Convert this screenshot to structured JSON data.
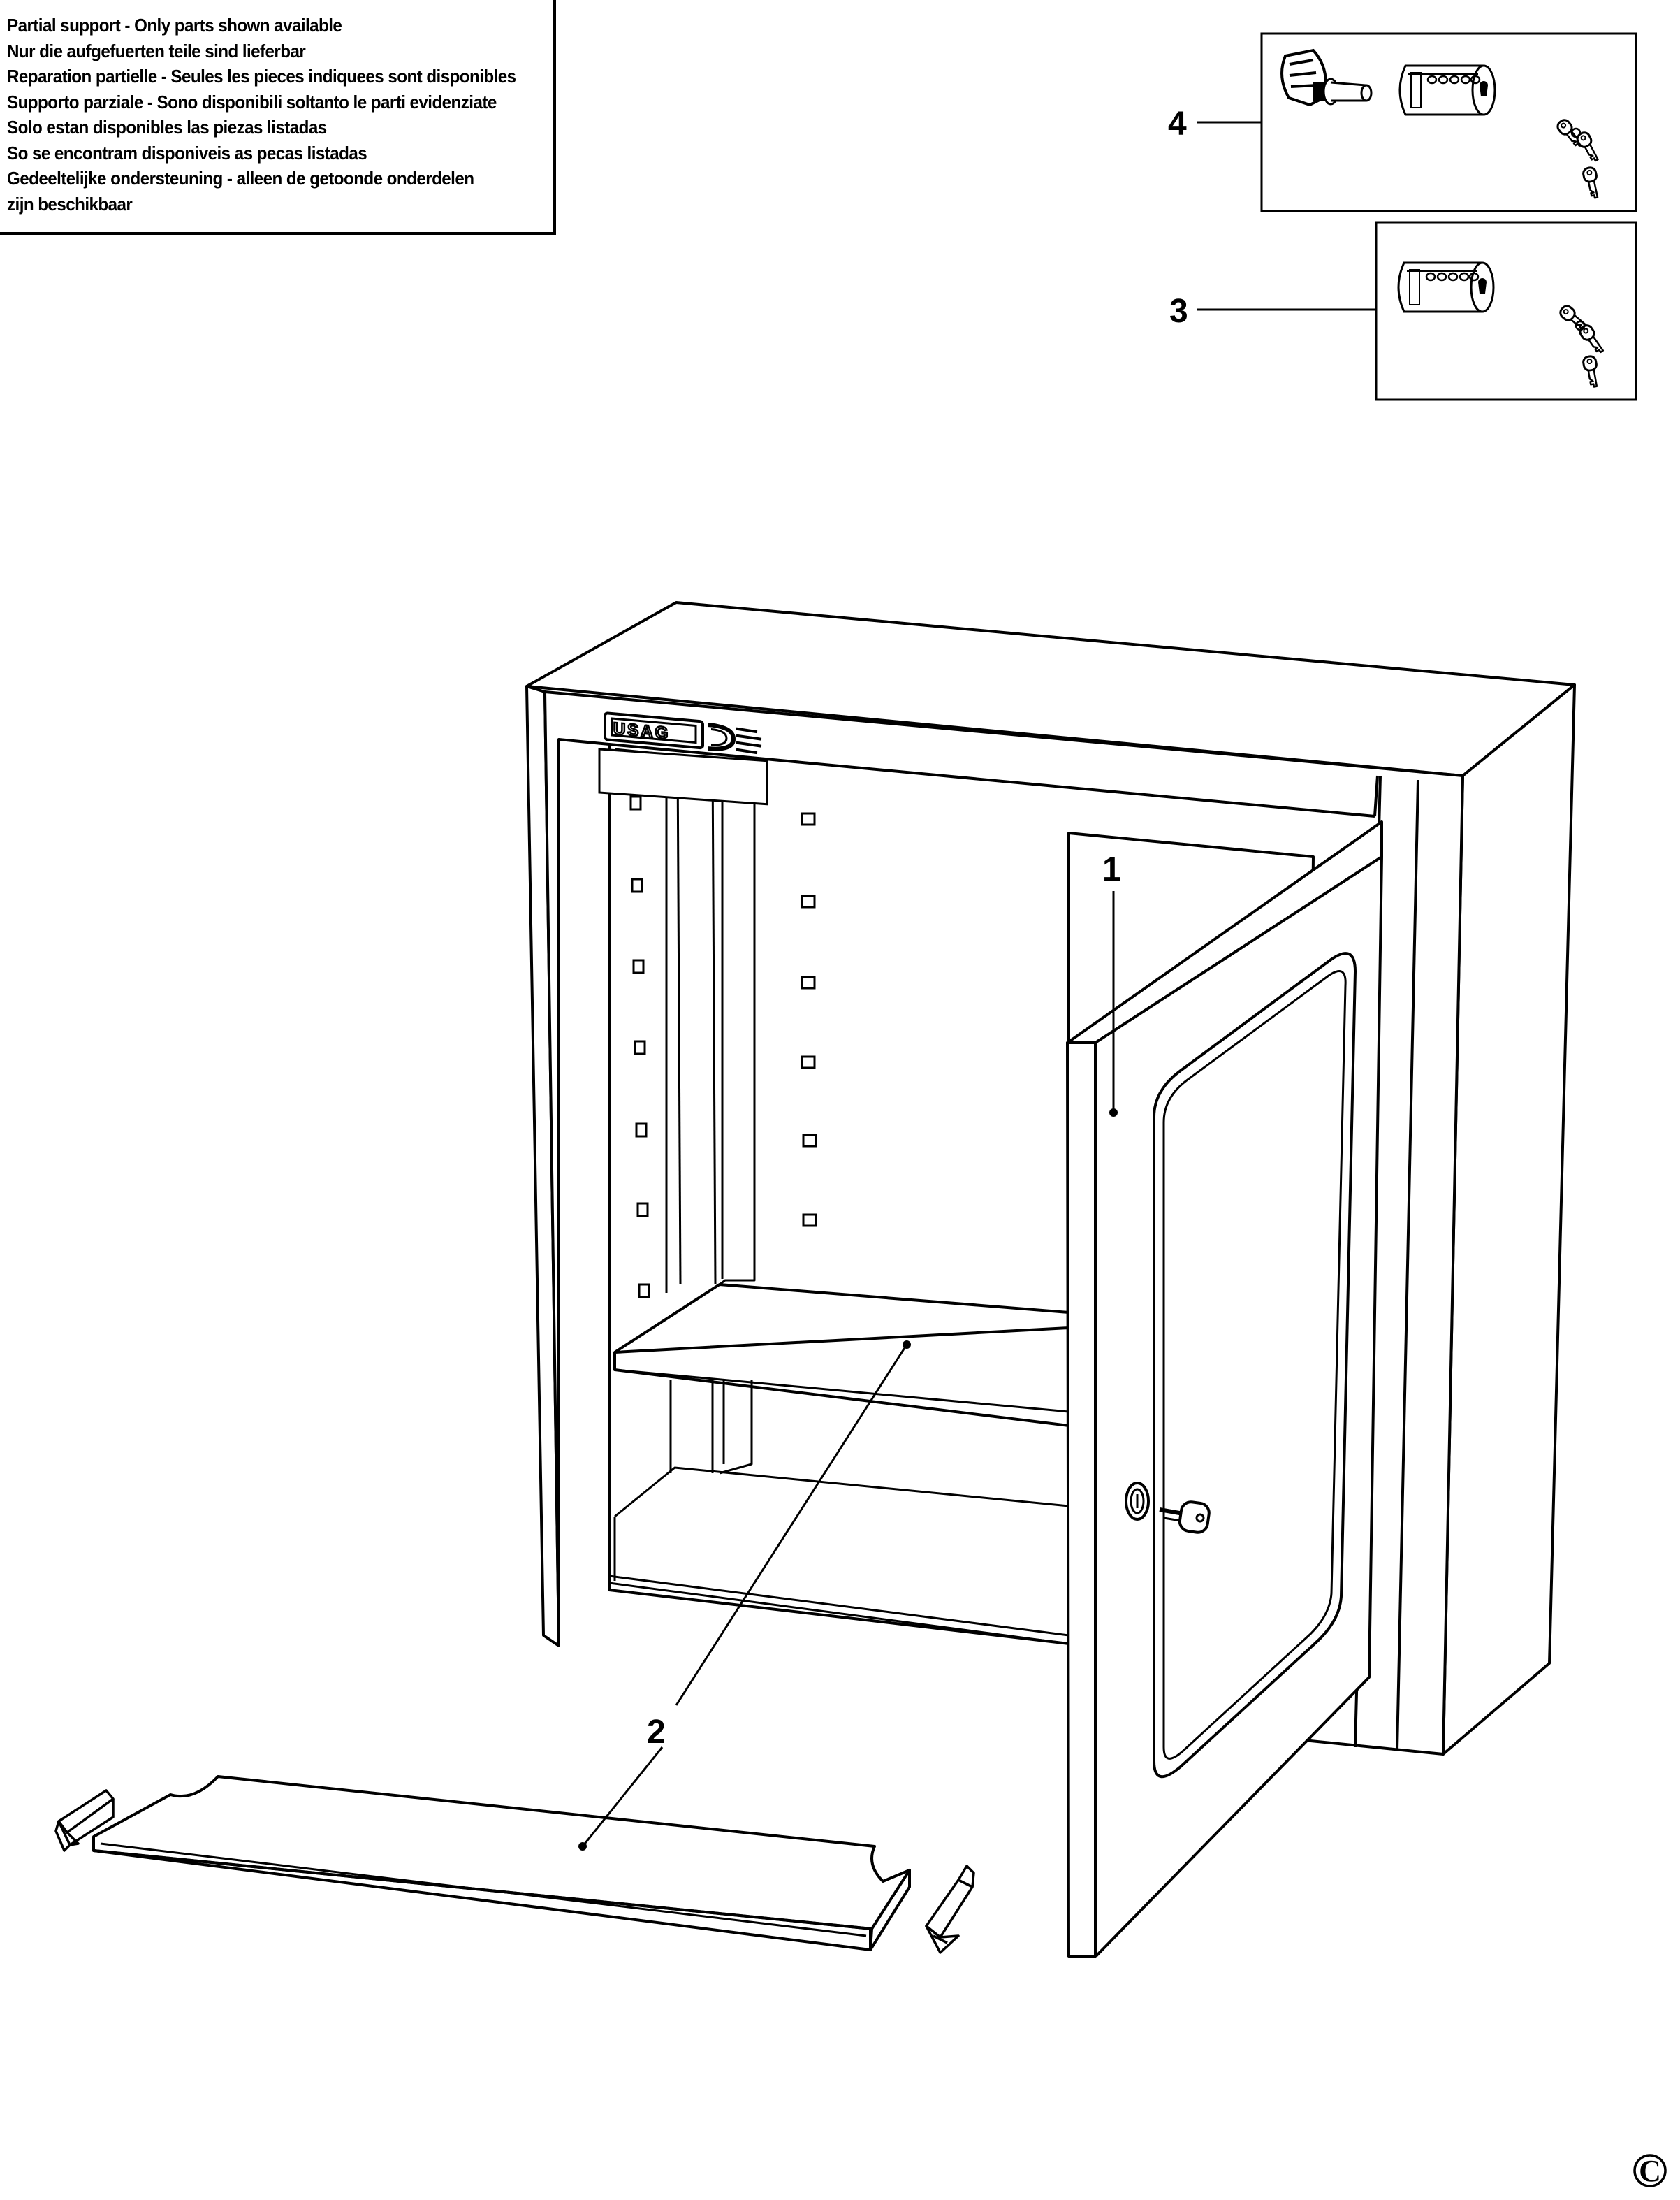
{
  "notice": {
    "lines": [
      "Partial support - Only parts shown available",
      "Nur die aufgefuerten teile sind lieferbar",
      "Reparation partielle - Seules les pieces indiquees sont disponibles",
      "Supporto parziale - Sono disponibili soltanto le parti evidenziate",
      "Solo estan disponibles las piezas listadas",
      "So se encontram disponiveis as pecas listadas",
      "Gedeeltelijke ondersteuning - alleen de getoonde onderdelen",
      "zijn beschikbaar"
    ]
  },
  "callouts": {
    "door": "1",
    "shelf": "2",
    "lock_cylinder": "3",
    "lock_set": "4"
  },
  "brand": "USAG",
  "copyright": "C"
}
